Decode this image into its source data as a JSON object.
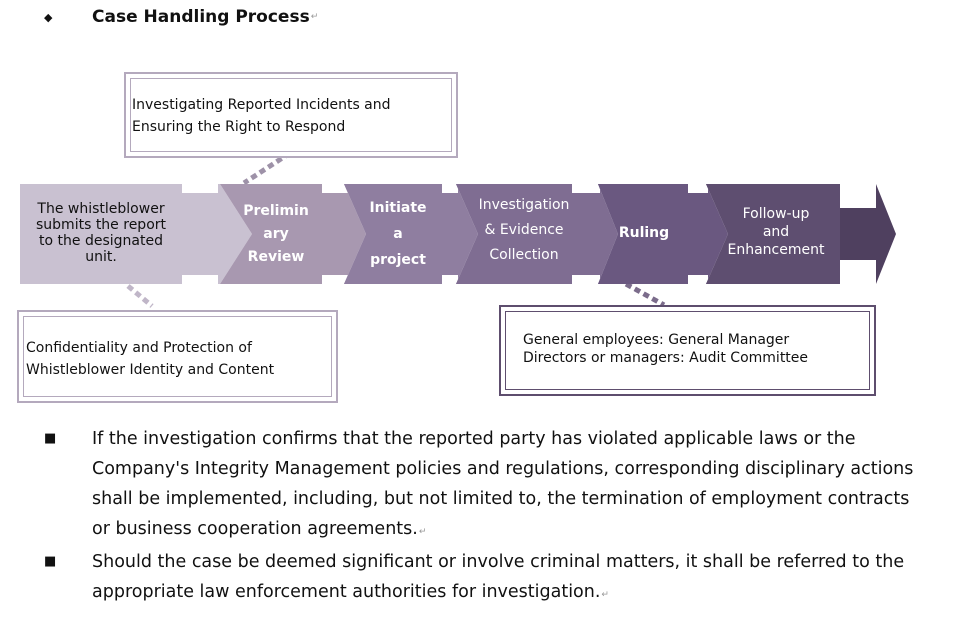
{
  "heading": {
    "bullet": "◆",
    "title": "Case Handling Process",
    "mark": "↵"
  },
  "callouts": {
    "top": [
      "Investigating Reported Incidents and",
      "Ensuring the Right to Respond"
    ],
    "left": [
      "Confidentiality and Protection of",
      "Whistleblower Identity and Content"
    ],
    "right": [
      "General employees: General Manager",
      "Directors or managers: Audit Committee"
    ]
  },
  "flow": {
    "steps": [
      {
        "lines": [
          "The whistleblower",
          "submits the report",
          "to the designated",
          "unit."
        ]
      },
      {
        "lines": [
          "Prelimin",
          "ary",
          "Review"
        ]
      },
      {
        "lines": [
          "Initiate",
          "a",
          "project"
        ]
      },
      {
        "lines": [
          "Investigation",
          "& Evidence",
          "Collection"
        ]
      },
      {
        "lines": [
          "Ruling"
        ]
      },
      {
        "lines": [
          "Follow-up",
          "and",
          "Enhancement"
        ]
      }
    ],
    "colors": [
      "#c9c1d1",
      "#a898b0",
      "#8f7ea0",
      "#7f6d92",
      "#6a5880",
      "#5e4e70",
      "#4f405f"
    ]
  },
  "bullets": [
    {
      "marker": "■",
      "text": "If the investigation confirms that the reported party has violated applicable laws or the Company's Integrity Management policies and regulations, corresponding disciplinary actions shall be implemented, including, but not limited to, the termination of employment contracts or business cooperation agreements.",
      "mark": "↵"
    },
    {
      "marker": "■",
      "text": "Should the case be deemed significant or involve criminal matters, it shall be referred to the appropriate law enforcement authorities for investigation.",
      "mark": "↵"
    }
  ]
}
